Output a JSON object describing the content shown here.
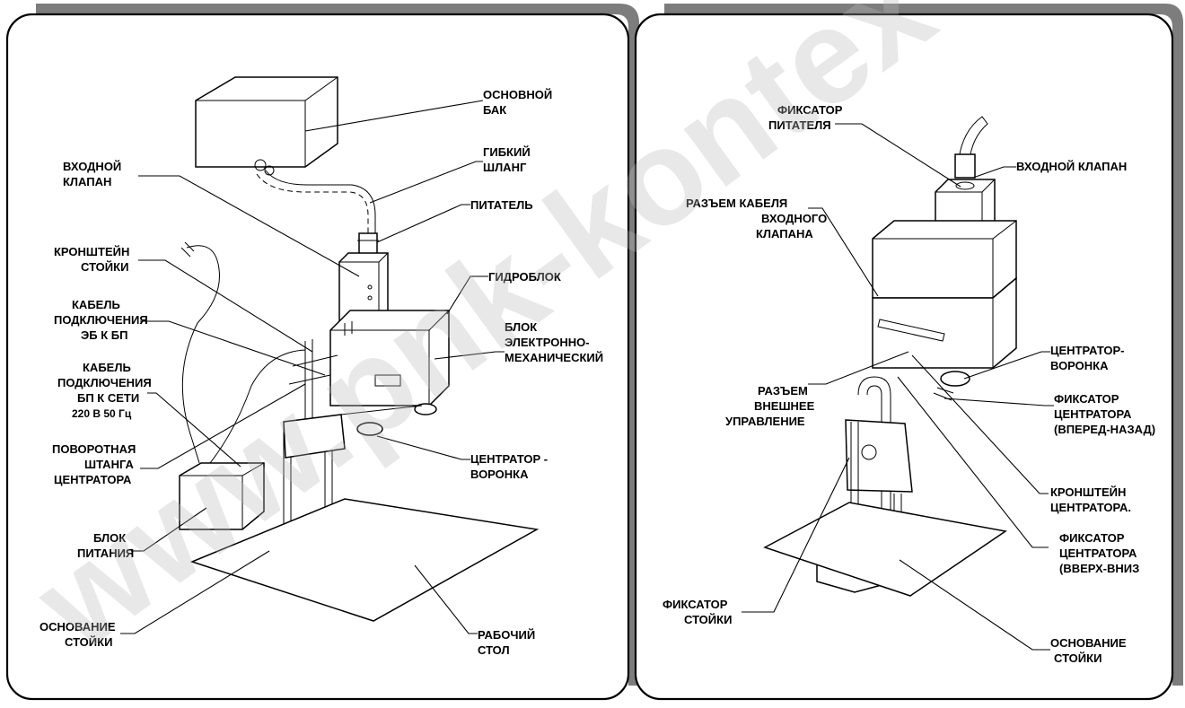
{
  "watermark": "www.pnk-kontex",
  "left_panel": {
    "labels": [
      "ОСНОВНОЙ",
      "БАК",
      "ГИБКИЙ",
      "ШЛАНГ",
      "ВХОДНОЙ",
      "КЛАПАН",
      "ПИТАТЕЛЬ",
      "КРОНШТЕЙН",
      "СТОЙКИ",
      "ГИДРОБЛОК",
      "КАБЕЛЬ",
      "ПОДКЛЮЧЕНИЯ",
      "ЭБ К БП",
      "БЛОК",
      "ЭЛЕКТРОННО-",
      "МЕХАНИЧЕСКИЙ",
      "КАБЕЛЬ",
      "ПОДКЛЮЧЕНИЯ",
      "БП К СЕТИ",
      "220 В 50 Гц",
      "ПОВОРОТНАЯ",
      "ШТАНГА",
      "ЦЕНТРАТОРА",
      "ЦЕНТРАТОР -",
      "ВОРОНКА",
      "БЛОК",
      "ПИТАНИЯ",
      "ОСНОВАНИЕ",
      "СТОЙКИ",
      "РАБОЧИЙ",
      "СТОЛ"
    ]
  },
  "right_panel": {
    "labels": [
      "ФИКСАТОР",
      "ПИТАТЕЛЯ",
      "ВХОДНОЙ КЛАПАН",
      "РАЗЪЕМ КАБЕЛЯ",
      "ВХОДНОГО",
      "КЛАПАНА",
      "ЦЕНТРАТОР-",
      "ВОРОНКА",
      "РАЗЪЕМ",
      "ВНЕШНЕЕ",
      "УПРАВЛЕНИЕ",
      "ФИКСАТОР",
      "ЦЕНТРАТОРА",
      "(ВПЕРЕД-НАЗАД)",
      "КРОНШТЕЙН",
      "ЦЕНТРАТОРА.",
      "ФИКСАТОР",
      "ЦЕНТРАТОРА",
      "(ВВЕРХ-ВНИЗ",
      "ФИКСАТОР",
      "СТОЙКИ",
      "ОСНОВАНИЕ",
      "СТОЙКИ"
    ]
  }
}
